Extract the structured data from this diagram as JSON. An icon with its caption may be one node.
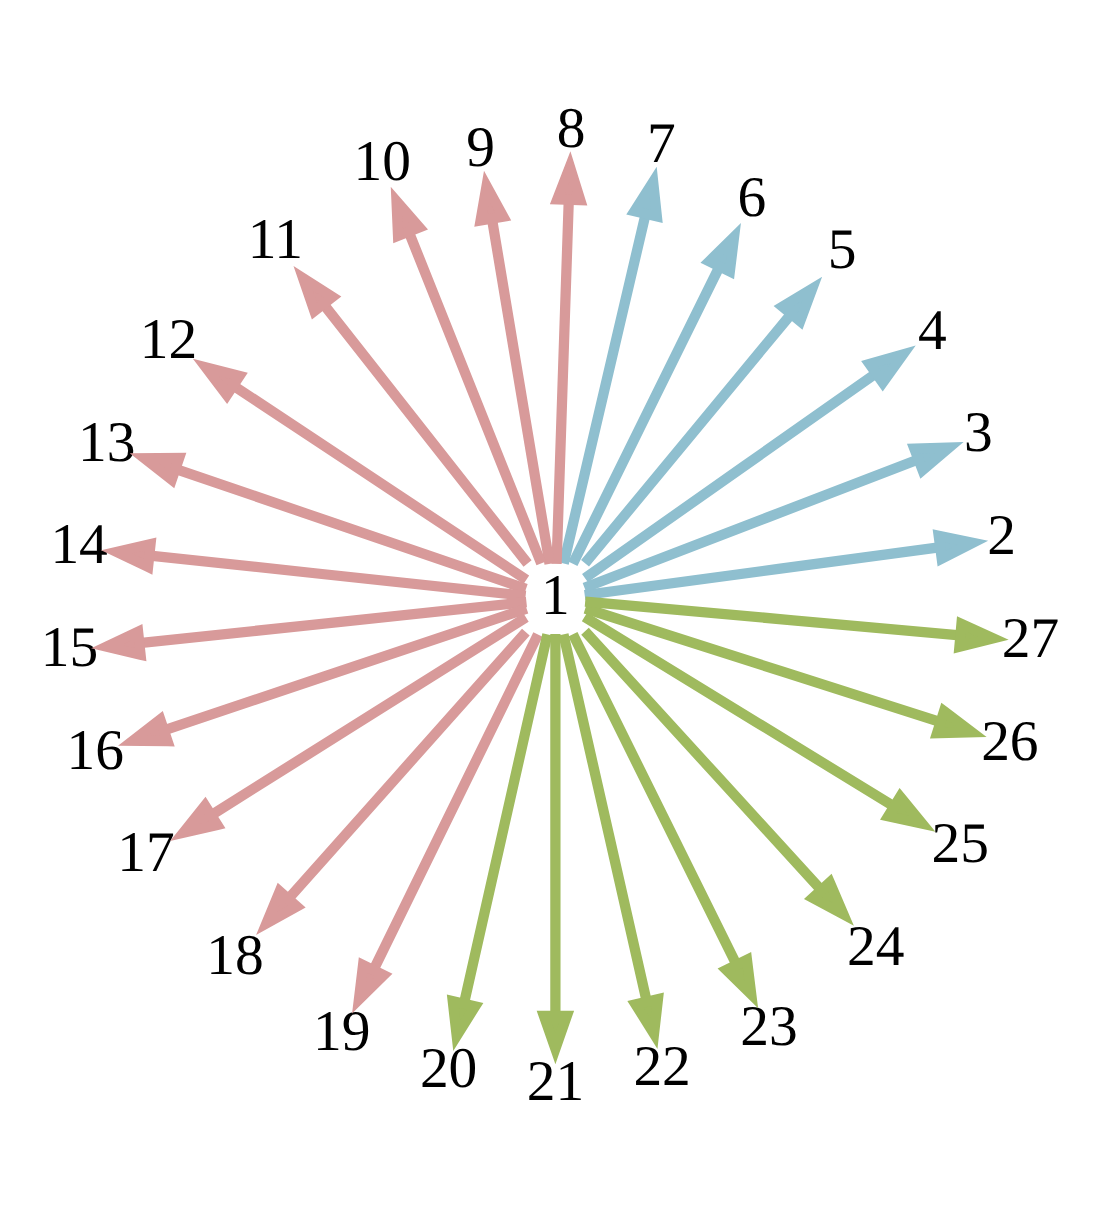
{
  "diagram": {
    "nodes": [
      {
        "text": [
          "1"
        ]
      },
      {
        "text": [
          "2"
        ]
      },
      {
        "text": [
          "3"
        ]
      },
      {
        "text": [
          "4"
        ]
      },
      {
        "text": [
          "5"
        ]
      },
      {
        "text": [
          "6"
        ]
      },
      {
        "text": [
          "7"
        ]
      },
      {
        "text": [
          "8"
        ]
      },
      {
        "text": [
          "9"
        ]
      },
      {
        "text": [
          "10"
        ]
      },
      {
        "text": [
          "11"
        ]
      },
      {
        "text": [
          "12"
        ]
      },
      {
        "text": [
          "13"
        ]
      },
      {
        "text": [
          "14"
        ]
      },
      {
        "text": [
          "15"
        ]
      },
      {
        "text": [
          "16"
        ]
      },
      {
        "text": [
          "17"
        ]
      },
      {
        "text": [
          "18"
        ]
      },
      {
        "text": [
          "19"
        ]
      },
      {
        "text": [
          "20"
        ]
      },
      {
        "text": [
          "21"
        ]
      },
      {
        "text": [
          "22"
        ]
      },
      {
        "text": [
          "23"
        ]
      },
      {
        "text": [
          "24"
        ]
      },
      {
        "text": [
          "25"
        ]
      },
      {
        "text": [
          "26"
        ]
      },
      {
        "text": [
          "27"
        ]
      }
    ],
    "edges": [
      {
        "from": 0,
        "to": 1,
        "arrow": "to",
        "color": "#8fbfcf"
      },
      {
        "from": 0,
        "to": 2,
        "arrow": "to",
        "color": "#8fbfcf"
      },
      {
        "from": 0,
        "to": 3,
        "arrow": "to",
        "color": "#8fbfcf"
      },
      {
        "from": 0,
        "to": 4,
        "arrow": "to",
        "color": "#8fbfcf"
      },
      {
        "from": 0,
        "to": 5,
        "arrow": "to",
        "color": "#8fbfcf"
      },
      {
        "from": 0,
        "to": 6,
        "arrow": "to",
        "color": "#8fbfcf"
      },
      {
        "from": 0,
        "to": 7,
        "arrow": "to"
      },
      {
        "from": 0,
        "to": 8,
        "arrow": "to"
      },
      {
        "from": 0,
        "to": 9,
        "arrow": "to"
      },
      {
        "from": 0,
        "to": 10,
        "arrow": "to"
      },
      {
        "from": 0,
        "to": 11,
        "arrow": "to"
      },
      {
        "from": 0,
        "to": 12,
        "arrow": "to"
      },
      {
        "from": 0,
        "to": 13,
        "arrow": "to"
      },
      {
        "from": 0,
        "to": 14,
        "arrow": "to"
      },
      {
        "from": 0,
        "to": 15,
        "arrow": "to"
      },
      {
        "from": 0,
        "to": 16,
        "arrow": "to"
      },
      {
        "from": 0,
        "to": 17,
        "arrow": "to"
      },
      {
        "from": 0,
        "to": 18,
        "arrow": "to"
      },
      {
        "from": 0,
        "to": 19,
        "arrow": "to",
        "color": "#9fba5e"
      },
      {
        "from": 0,
        "to": 20,
        "arrow": "to",
        "color": "#9fba5e"
      },
      {
        "from": 0,
        "to": 21,
        "arrow": "to",
        "color": "#9fba5e"
      },
      {
        "from": 0,
        "to": 22,
        "arrow": "to",
        "color": "#9fba5e"
      },
      {
        "from": 0,
        "to": 23,
        "arrow": "to",
        "color": "#9fba5e"
      },
      {
        "from": 0,
        "to": 24,
        "arrow": "to",
        "color": "#9fba5e"
      },
      {
        "from": 0,
        "to": 25,
        "arrow": "to",
        "color": "#9fba5e"
      },
      {
        "from": 0,
        "to": 26,
        "arrow": "to",
        "color": "#9fba5e"
      }
    ]
  }
}
